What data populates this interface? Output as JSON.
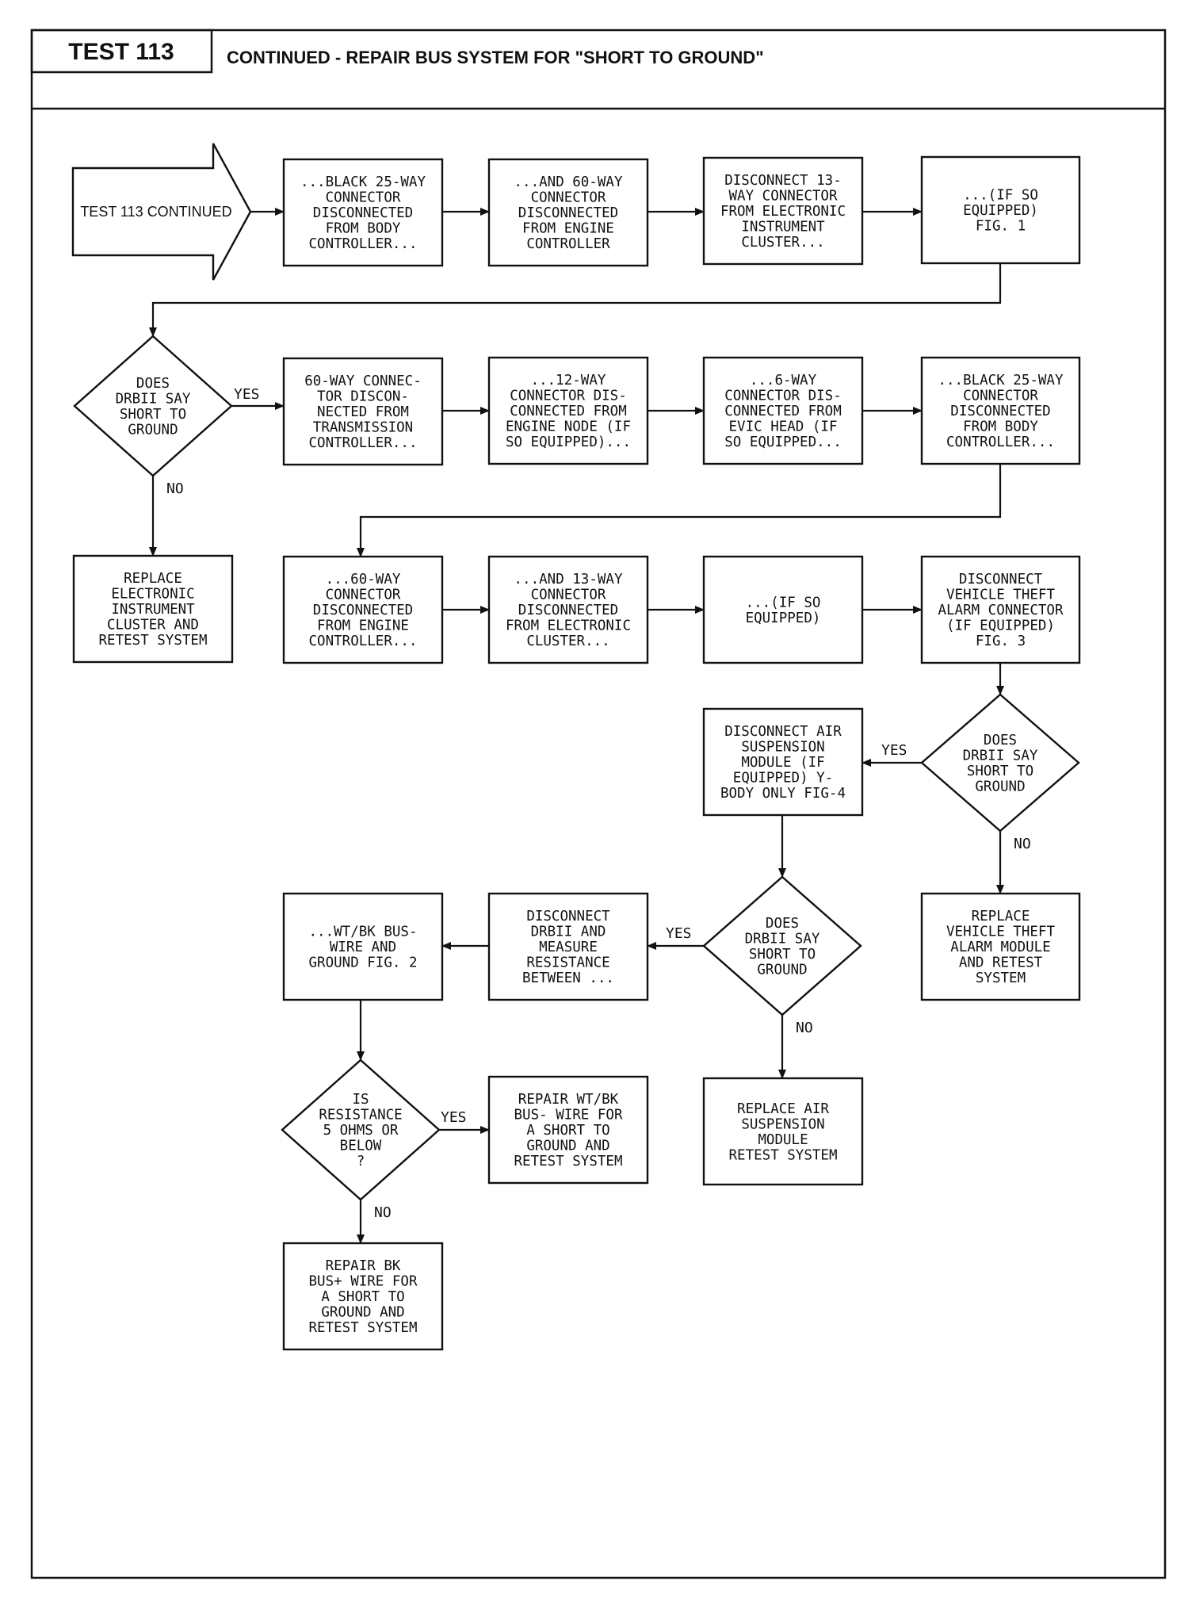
{
  "header": {
    "test_id": "TEST 113",
    "title": "CONTINUED - REPAIR BUS SYSTEM FOR \"SHORT TO GROUND\""
  },
  "nodes": [
    {
      "id": "start",
      "lines": [
        "TEST 113 CONTINUED"
      ]
    },
    {
      "id": "n1",
      "lines": [
        "...BLACK 25-WAY",
        "CONNECTOR",
        "DISCONNECTED",
        "FROM BODY",
        "CONTROLLER..."
      ]
    },
    {
      "id": "n2",
      "lines": [
        "...AND 60-WAY",
        "CONNECTOR",
        "DISCONNECTED",
        "FROM ENGINE",
        "CONTROLLER"
      ]
    },
    {
      "id": "n3",
      "lines": [
        "DISCONNECT 13-",
        "WAY CONNECTOR",
        "FROM ELECTRONIC",
        "INSTRUMENT",
        "CLUSTER..."
      ]
    },
    {
      "id": "n4",
      "lines": [
        "...(IF SO",
        "EQUIPPED)",
        "FIG. 1"
      ]
    },
    {
      "id": "d1",
      "lines": [
        "DOES",
        "DRBII SAY",
        "SHORT TO",
        "GROUND"
      ]
    },
    {
      "id": "n5",
      "lines": [
        "60-WAY CONNEC-",
        "TOR DISCON-",
        "NECTED FROM",
        "TRANSMISSION",
        "CONTROLLER..."
      ]
    },
    {
      "id": "n6",
      "lines": [
        "...12-WAY",
        "CONNECTOR DIS-",
        "CONNECTED FROM",
        "ENGINE NODE (IF",
        "SO EQUIPPED)..."
      ]
    },
    {
      "id": "n7",
      "lines": [
        "...6-WAY",
        "CONNECTOR DIS-",
        "CONNECTED FROM",
        "EVIC HEAD (IF",
        "SO EQUIPPED..."
      ]
    },
    {
      "id": "n8",
      "lines": [
        "...BLACK 25-WAY",
        "CONNECTOR",
        "DISCONNECTED",
        "FROM BODY",
        "CONTROLLER..."
      ]
    },
    {
      "id": "n9",
      "lines": [
        "REPLACE",
        "ELECTRONIC",
        "INSTRUMENT",
        "CLUSTER AND",
        "RETEST SYSTEM"
      ]
    },
    {
      "id": "n10",
      "lines": [
        "...60-WAY",
        "CONNECTOR",
        "DISCONNECTED",
        "FROM ENGINE",
        "CONTROLLER..."
      ]
    },
    {
      "id": "n11",
      "lines": [
        "...AND 13-WAY",
        "CONNECTOR",
        "DISCONNECTED",
        "FROM ELECTRONIC",
        "CLUSTER..."
      ]
    },
    {
      "id": "n12",
      "lines": [
        "...(IF SO",
        "EQUIPPED)"
      ]
    },
    {
      "id": "n13",
      "lines": [
        "DISCONNECT",
        "VEHICLE THEFT",
        "ALARM CONNECTOR",
        "(IF EQUIPPED)",
        "FIG. 3"
      ]
    },
    {
      "id": "d2",
      "lines": [
        "DOES",
        "DRBII SAY",
        "SHORT TO",
        "GROUND"
      ]
    },
    {
      "id": "n14",
      "lines": [
        "DISCONNECT AIR",
        "SUSPENSION",
        "MODULE (IF",
        "EQUIPPED) Y-",
        "BODY ONLY FIG-4"
      ]
    },
    {
      "id": "n15",
      "lines": [
        "REPLACE",
        "VEHICLE THEFT",
        "ALARM MODULE",
        "AND RETEST",
        "SYSTEM"
      ]
    },
    {
      "id": "d3",
      "lines": [
        "DOES",
        "DRBII SAY",
        "SHORT TO",
        "GROUND"
      ]
    },
    {
      "id": "n16",
      "lines": [
        "DISCONNECT",
        "DRBII AND",
        "MEASURE",
        "RESISTANCE",
        "BETWEEN ..."
      ]
    },
    {
      "id": "n17",
      "lines": [
        "...WT/BK BUS-",
        "WIRE AND",
        "GROUND FIG. 2"
      ]
    },
    {
      "id": "n18",
      "lines": [
        "REPLACE AIR",
        "SUSPENSION",
        "MODULE",
        "RETEST SYSTEM"
      ]
    },
    {
      "id": "d4",
      "lines": [
        "IS",
        "RESISTANCE",
        "5 OHMS OR",
        "BELOW",
        "?"
      ]
    },
    {
      "id": "n19",
      "lines": [
        "REPAIR WT/BK",
        "BUS- WIRE FOR",
        "A SHORT TO",
        "GROUND AND",
        "RETEST SYSTEM"
      ]
    },
    {
      "id": "n20",
      "lines": [
        "REPAIR BK",
        "BUS+ WIRE FOR",
        "A SHORT TO",
        "GROUND AND",
        "RETEST SYSTEM"
      ]
    }
  ],
  "edges": [
    {
      "from": "start",
      "to": "n1",
      "label": ""
    },
    {
      "from": "n1",
      "to": "n2",
      "label": ""
    },
    {
      "from": "n2",
      "to": "n3",
      "label": ""
    },
    {
      "from": "n3",
      "to": "n4",
      "label": ""
    },
    {
      "from": "n4",
      "to": "d1",
      "label": ""
    },
    {
      "from": "d1",
      "to": "n5",
      "label": "YES"
    },
    {
      "from": "d1",
      "to": "n9",
      "label": "NO"
    },
    {
      "from": "n5",
      "to": "n6",
      "label": ""
    },
    {
      "from": "n6",
      "to": "n7",
      "label": ""
    },
    {
      "from": "n7",
      "to": "n8",
      "label": ""
    },
    {
      "from": "n8",
      "to": "n10",
      "label": ""
    },
    {
      "from": "n10",
      "to": "n11",
      "label": ""
    },
    {
      "from": "n11",
      "to": "n12",
      "label": ""
    },
    {
      "from": "n12",
      "to": "n13",
      "label": ""
    },
    {
      "from": "n13",
      "to": "d2",
      "label": ""
    },
    {
      "from": "d2",
      "to": "n14",
      "label": "YES"
    },
    {
      "from": "d2",
      "to": "n15",
      "label": "NO"
    },
    {
      "from": "n14",
      "to": "d3",
      "label": ""
    },
    {
      "from": "d3",
      "to": "n16",
      "label": "YES"
    },
    {
      "from": "d3",
      "to": "n18",
      "label": "NO"
    },
    {
      "from": "n16",
      "to": "n17",
      "label": ""
    },
    {
      "from": "n17",
      "to": "d4",
      "label": ""
    },
    {
      "from": "d4",
      "to": "n19",
      "label": "YES"
    },
    {
      "from": "d4",
      "to": "n20",
      "label": "NO"
    }
  ]
}
